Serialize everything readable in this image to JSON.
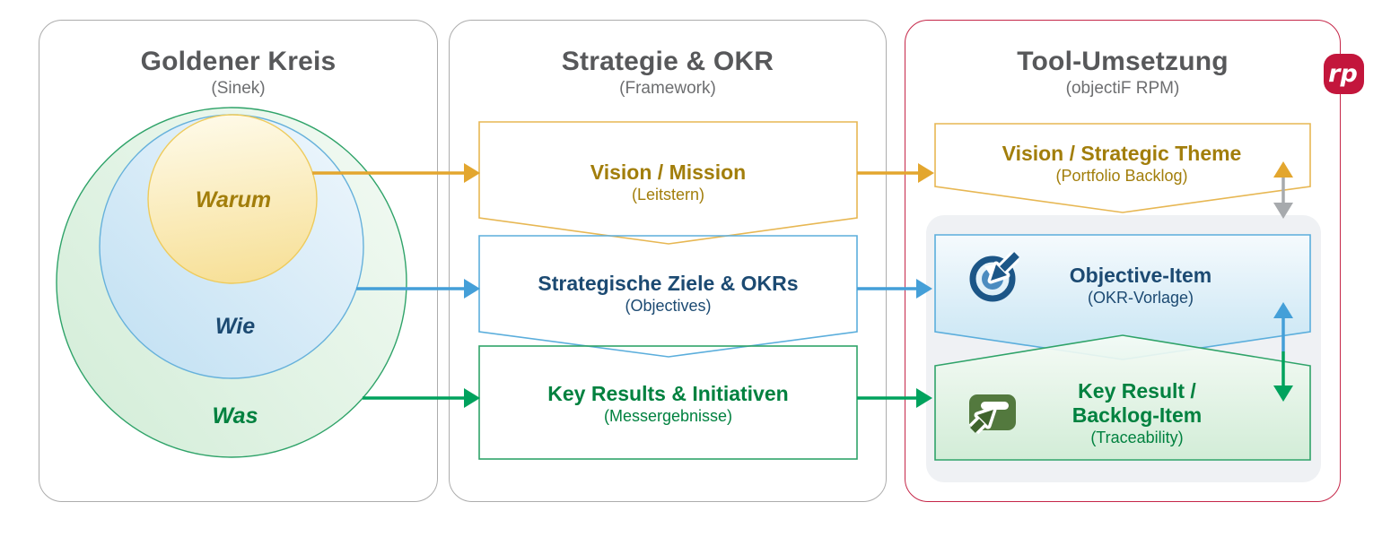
{
  "logo": {
    "text": "rp",
    "color": "#C3163C"
  },
  "panels": [
    {
      "title": "Goldener Kreis",
      "subtitle": "(Sinek)",
      "circles": [
        {
          "label": "Warum"
        },
        {
          "label": "Wie"
        },
        {
          "label": "Was"
        }
      ]
    },
    {
      "title": "Strategie & OKR",
      "subtitle": "(Framework)",
      "boxes": [
        {
          "label": "Vision / Mission",
          "sub": "(Leitstern)"
        },
        {
          "label": "Strategische Ziele & OKRs",
          "sub": "(Objectives)"
        },
        {
          "label": "Key Results & Initiativen",
          "sub": "(Messergebnisse)"
        }
      ]
    },
    {
      "title": "Tool-Umsetzung",
      "subtitle": "(objectiF RPM)",
      "boxes": [
        {
          "label": "Vision / Strategic Theme",
          "sub": "(Portfolio Backlog)"
        },
        {
          "label": "Objective-Item",
          "sub": "(OKR-Vorlage)"
        },
        {
          "label": "Key Result /",
          "label2": "Backlog-Item",
          "sub": "(Traceability)"
        }
      ]
    }
  ],
  "colors": {
    "gold": "#E3A62E",
    "gold_text": "#A27E0B",
    "blue": "#449FD8",
    "blue_text": "#1C4A72",
    "green": "#00A25D",
    "green_text": "#00813F",
    "red_border": "#C52648",
    "logo_red": "#C3163C",
    "panel_gray": "#ACACAC",
    "title_gray": "#57585A",
    "container_gray": "#EFF1F4",
    "arrow_gray": "#A7AAAD"
  }
}
